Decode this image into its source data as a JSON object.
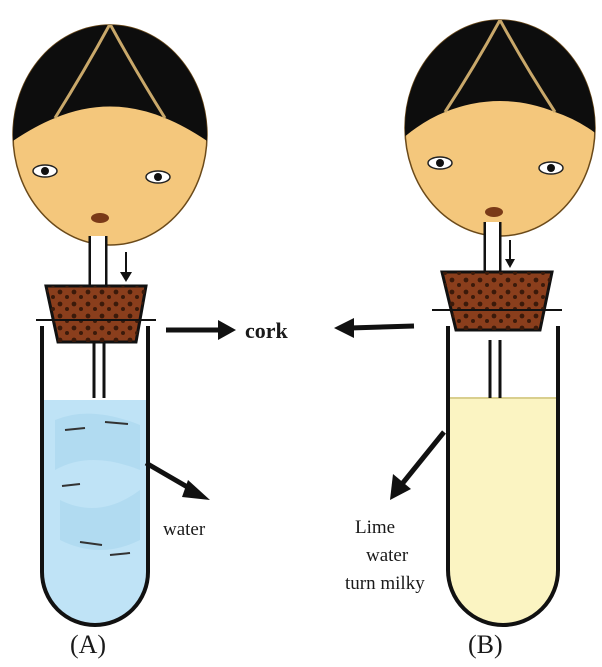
{
  "labels": {
    "cork": "cork",
    "water": "water",
    "lime_line1": "Lime",
    "lime_line2": "water",
    "lime_line3": "turn milky",
    "caption_a": "(A)",
    "caption_b": "(B)"
  },
  "colors": {
    "hair": "#0d0d0d",
    "hair_line": "#c9a86a",
    "face": "#f4c77c",
    "cork": "#8a3e1c",
    "cork_spot": "#3b1a0a",
    "water": "#bfe3f6",
    "lime_water": "#fbf4c2",
    "glass": "#111111"
  }
}
